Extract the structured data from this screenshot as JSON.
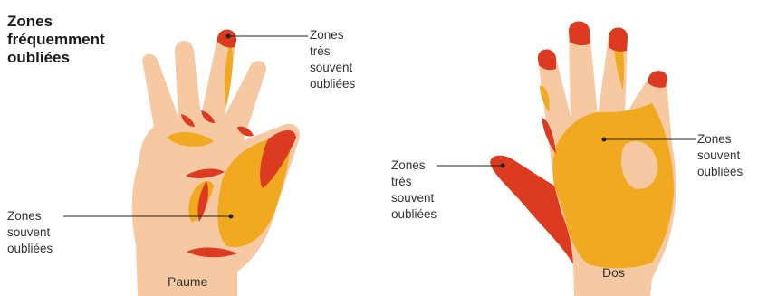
{
  "title": {
    "line1": "Zones",
    "line2": "fréquemment",
    "line3": "oubliées"
  },
  "palm": {
    "caption": "Paume",
    "label_top": {
      "line1": "Zones",
      "line2": "très",
      "line3": "souvent",
      "line4": "oubliées"
    },
    "label_left": {
      "line1": "Zones",
      "line2": "souvent",
      "line3": "oubliées"
    }
  },
  "back": {
    "caption": "Dos",
    "label_left": {
      "line1": "Zones",
      "line2": "très",
      "line3": "souvent",
      "line4": "oubliées"
    },
    "label_right": {
      "line1": "Zones",
      "line2": "souvent",
      "line3": "oubliées"
    }
  },
  "colors": {
    "skin": "#f6c9a3",
    "often_missed": "#f1a91f",
    "very_often_missed": "#dd3b21",
    "leader_line": "#222222"
  }
}
